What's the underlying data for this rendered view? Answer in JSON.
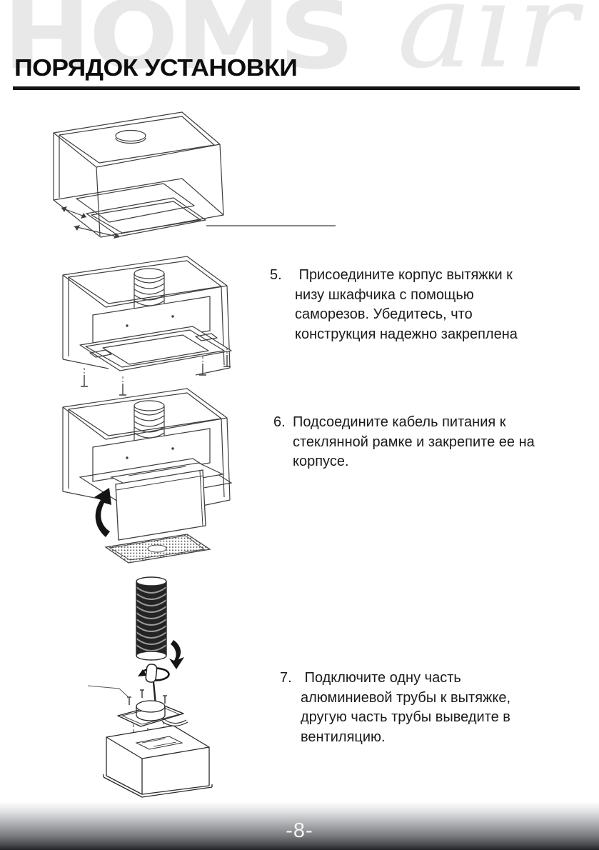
{
  "page": {
    "watermark_homs": "HOMS",
    "watermark_air": "air",
    "title": "ПОРЯДОК УСТАНОВКИ",
    "page_number": "-8-"
  },
  "steps": [
    {
      "number": "5.",
      "text": " Присоедините корпус вытяжки к\nнизу шкафчика с помощью\nсаморезов. Убедитесь, что\nконструкция надежно закреплена"
    },
    {
      "number": "6.",
      "text": "Подсоедините кабель питания к\nстеклянной рамке и закрепите ее на\nкорпусе."
    },
    {
      "number": "7.",
      "text": " Подключите одну часть\nалюминиевой трубы к вытяжке,\nдругую часть трубы выведите в\nвентиляцию."
    }
  ],
  "figures": [
    {
      "name": "cabinet-bottom-cutout-diagram"
    },
    {
      "name": "hood-body-screw-mounting-diagram"
    },
    {
      "name": "glass-frame-and-filter-diagram"
    },
    {
      "name": "aluminum-duct-connection-diagram"
    }
  ],
  "colors": {
    "watermark": "#e8e8e8",
    "title": "#0d0d0d",
    "rule": "#131313",
    "footer_dark": "#232428"
  }
}
